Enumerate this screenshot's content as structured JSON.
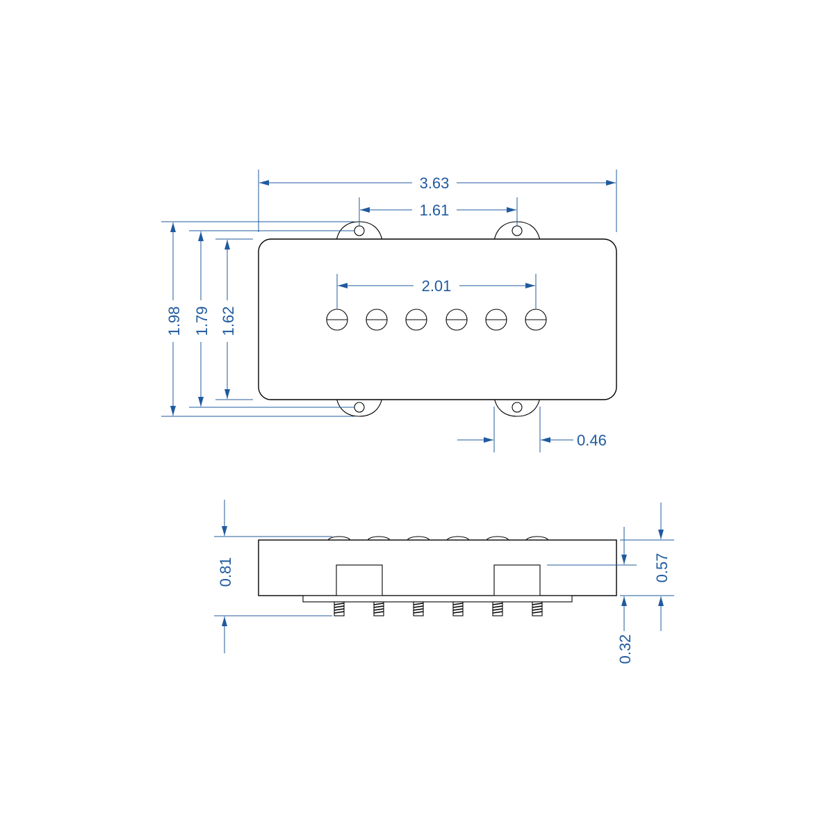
{
  "colors": {
    "dimension": "#1f5a9e",
    "outline": "#000000",
    "background": "#ffffff"
  },
  "top_view": {
    "pole_piece_count": 6,
    "dimensions": {
      "overall_width": "3.63",
      "mounting_hole_spacing": "1.61",
      "pole_spacing": "2.01",
      "overall_height": "1.98",
      "mounting_height": "1.79",
      "cover_height": "1.62",
      "tab_width": "0.46"
    }
  },
  "side_view": {
    "pole_piece_count": 6,
    "dimensions": {
      "total_height": "0.81",
      "cover_height": "0.57",
      "baseplate_height": "0.32"
    }
  }
}
